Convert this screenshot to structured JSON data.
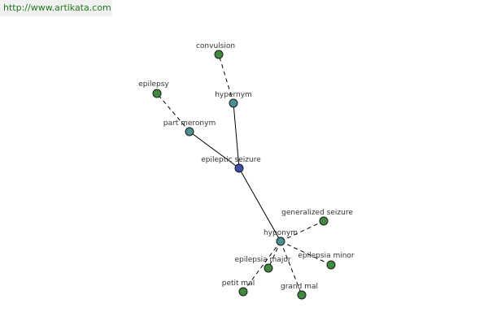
{
  "watermark": "http://www.artikata.com",
  "colors": {
    "center": "#3b4fa8",
    "relation": "#4a9090",
    "word": "#3f8a3f"
  },
  "nodes": [
    {
      "id": "epileptic-seizure",
      "label": "epileptic seizure",
      "kind": "center"
    },
    {
      "id": "hypernym",
      "label": "hypernym",
      "kind": "relation"
    },
    {
      "id": "part-meronym",
      "label": "part meronym",
      "kind": "relation"
    },
    {
      "id": "hyponym",
      "label": "hyponym",
      "kind": "relation"
    },
    {
      "id": "convulsion",
      "label": "convulsion",
      "kind": "word"
    },
    {
      "id": "epilepsy",
      "label": "epilepsy",
      "kind": "word"
    },
    {
      "id": "generalized-seizure",
      "label": "generalized seizure",
      "kind": "word"
    },
    {
      "id": "epilepsia-major",
      "label": "epilepsia major",
      "kind": "word"
    },
    {
      "id": "epilepsia-minor",
      "label": "epilepsia minor",
      "kind": "word"
    },
    {
      "id": "petit-mal",
      "label": "petit mal",
      "kind": "word"
    },
    {
      "id": "grand-mal",
      "label": "grand mal",
      "kind": "word"
    }
  ],
  "edges": [
    {
      "from": "epileptic-seizure",
      "to": "hypernym",
      "style": "solid"
    },
    {
      "from": "epileptic-seizure",
      "to": "part-meronym",
      "style": "solid"
    },
    {
      "from": "epileptic-seizure",
      "to": "hyponym",
      "style": "solid"
    },
    {
      "from": "hypernym",
      "to": "convulsion",
      "style": "dashed"
    },
    {
      "from": "part-meronym",
      "to": "epilepsy",
      "style": "dashed"
    },
    {
      "from": "hyponym",
      "to": "generalized-seizure",
      "style": "dashed"
    },
    {
      "from": "hyponym",
      "to": "epilepsia-major",
      "style": "dashed"
    },
    {
      "from": "hyponym",
      "to": "epilepsia-minor",
      "style": "dashed"
    },
    {
      "from": "hyponym",
      "to": "petit-mal",
      "style": "dashed"
    },
    {
      "from": "hyponym",
      "to": "grand-mal",
      "style": "dashed"
    }
  ]
}
